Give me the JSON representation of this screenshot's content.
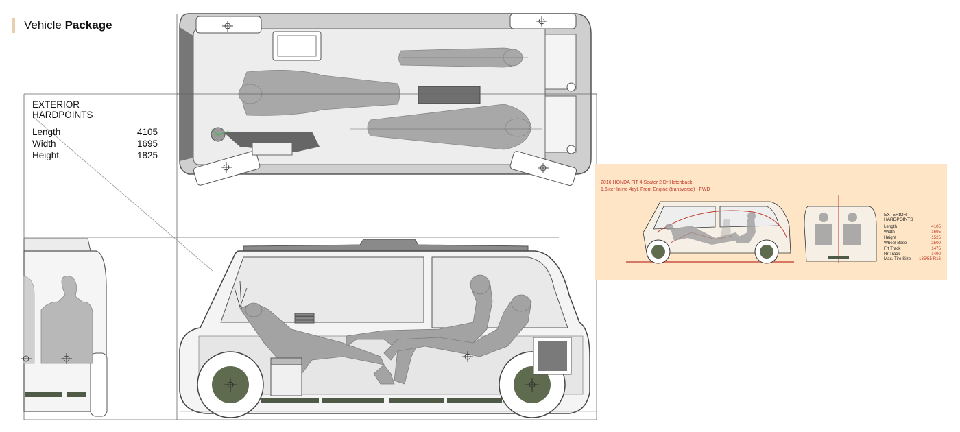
{
  "header": {
    "title_plain": "Vehicle",
    "title_bold": "Package"
  },
  "exterior": {
    "title_line1": "EXTERIOR",
    "title_line2": "HARDPOINTS",
    "rows": [
      {
        "label": "Length",
        "value": "4105"
      },
      {
        "label": "Width",
        "value": "1695"
      },
      {
        "label": "Height",
        "value": "1825"
      }
    ]
  },
  "reference": {
    "title_line1": "2016 HONDA FIT 4 Seater 2 Dr Hatchback",
    "title_line2": "1.6liter Inline 4cyl. Front Engine (transverse) - FWD",
    "hardpoints_line1": "EXTERIOR",
    "hardpoints_line2": "HARDPOINTS",
    "rows": [
      {
        "label": "Length",
        "value": "4105"
      },
      {
        "label": "Width",
        "value": "1695"
      },
      {
        "label": "Height",
        "value": "1525"
      },
      {
        "label": "Wheel Base",
        "value": "2500"
      },
      {
        "label": "Frt Track",
        "value": "1475"
      },
      {
        "label": "Rr Track",
        "value": "1490"
      },
      {
        "label": "Max. Tire Size",
        "value": "185/55 R16"
      }
    ]
  },
  "colors": {
    "accent": "#e9cfae",
    "body_grey": "#c8c8c8",
    "occupant_grey": "#9e9e9e",
    "wheel_green": "#5f6b4f",
    "reference_bg": "#fde5c6",
    "reference_red": "#c0392b"
  }
}
